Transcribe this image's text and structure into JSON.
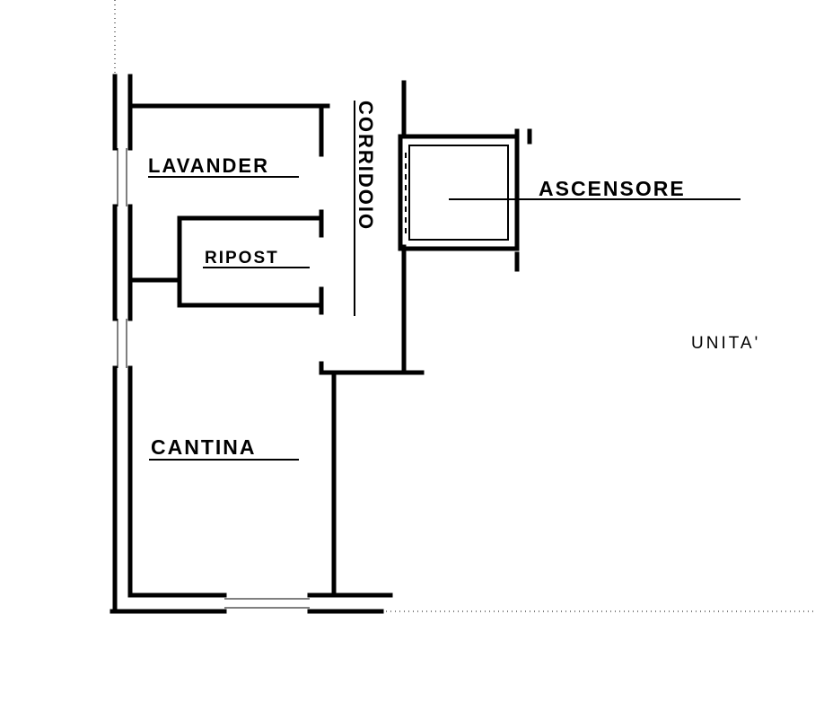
{
  "plan": {
    "rooms": {
      "lavanderia": "LAVANDER",
      "ripostiglio": "RIPOST",
      "corridoio": "CORRIDOIO",
      "cantina": "CANTINA",
      "ascensore": "ASCENSORE",
      "unita": "UNITA'"
    }
  }
}
